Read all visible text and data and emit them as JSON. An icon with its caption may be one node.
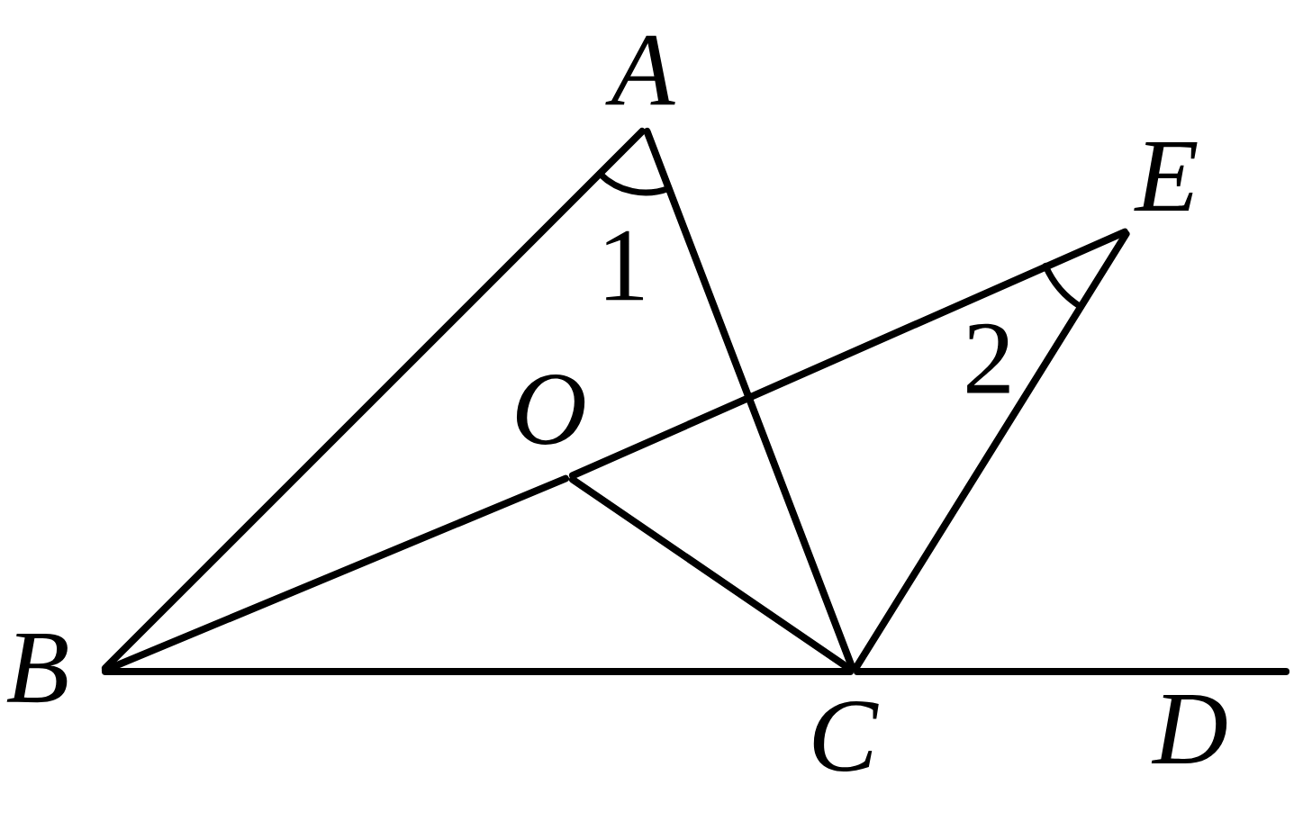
{
  "diagram": {
    "nodes": [
      {
        "text": [
          "A"
        ]
      },
      {
        "text": [
          "B"
        ]
      },
      {
        "text": [
          "C"
        ]
      },
      {
        "text": [
          "D"
        ]
      },
      {
        "text": [
          "E"
        ]
      },
      {
        "text": [
          "O"
        ]
      }
    ],
    "edges": [
      {
        "from": 1,
        "to": 0,
        "arrow": "none"
      },
      {
        "from": 0,
        "to": 2,
        "arrow": "none"
      },
      {
        "from": 1,
        "to": 2,
        "arrow": "none"
      },
      {
        "from": 2,
        "to": 3,
        "arrow": "none"
      },
      {
        "from": 1,
        "to": 5,
        "arrow": "none"
      },
      {
        "from": 5,
        "to": 4,
        "arrow": "none"
      },
      {
        "from": 5,
        "to": 2,
        "arrow": "none"
      },
      {
        "from": 2,
        "to": 4,
        "arrow": "none"
      }
    ],
    "labels": [
      "1",
      "2"
    ]
  }
}
